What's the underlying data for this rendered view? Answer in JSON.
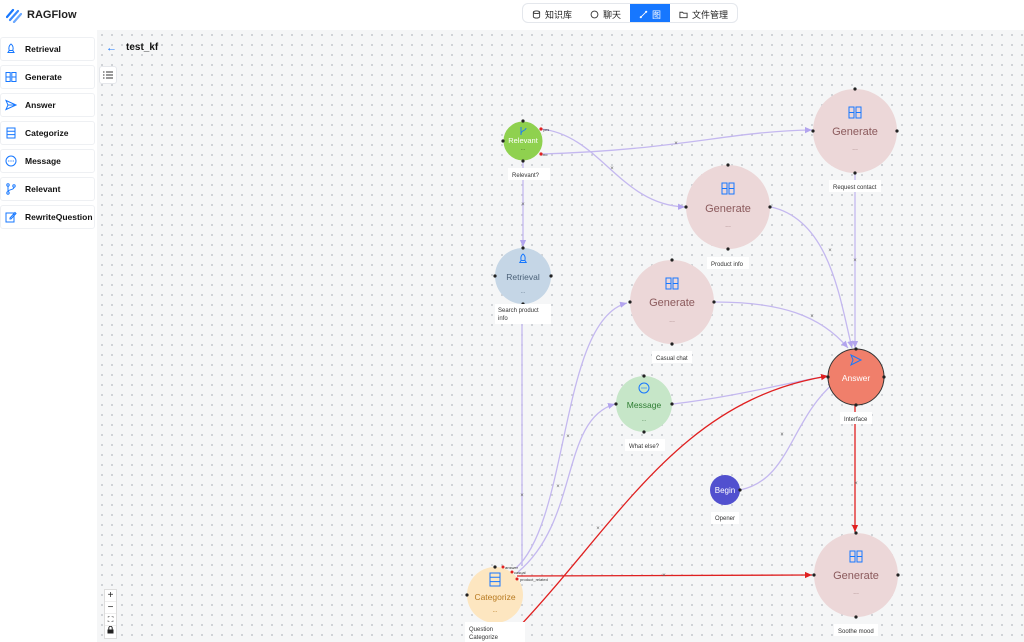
{
  "app": {
    "name": "RAGFlow"
  },
  "nav": {
    "tabs": [
      {
        "label": "知识库",
        "icon": "database-icon",
        "active": false
      },
      {
        "label": "聊天",
        "icon": "chat-icon",
        "active": false
      },
      {
        "label": "图",
        "icon": "graph-icon",
        "active": true
      },
      {
        "label": "文件管理",
        "icon": "folder-icon",
        "active": false
      }
    ]
  },
  "sidebar": {
    "items": [
      {
        "label": "Retrieval",
        "icon": "rocket-icon"
      },
      {
        "label": "Generate",
        "icon": "grid-icon"
      },
      {
        "label": "Answer",
        "icon": "send-icon"
      },
      {
        "label": "Categorize",
        "icon": "list-icon"
      },
      {
        "label": "Message",
        "icon": "message-icon"
      },
      {
        "label": "Relevant",
        "icon": "branch-icon"
      },
      {
        "label": "RewriteQuestion",
        "icon": "edit-icon"
      }
    ]
  },
  "flow": {
    "title": "test_kf",
    "nodes": {
      "relevant": {
        "label": "Relevant",
        "desc": "Relevant?",
        "handles": [
          "yes",
          "no"
        ]
      },
      "generate_request": {
        "label": "Generate",
        "ellipsis": "...",
        "desc": "Request contact"
      },
      "generate_product": {
        "label": "Generate",
        "ellipsis": "...",
        "desc": "Product info"
      },
      "retrieval": {
        "label": "Retrieval",
        "ellipsis": "...",
        "desc_line1": "Search product",
        "desc_line2": "info"
      },
      "generate_casual": {
        "label": "Generate",
        "ellipsis": "...",
        "desc": "Casual chat"
      },
      "message": {
        "label": "Message",
        "ellipsis": "...",
        "desc": "What else?"
      },
      "answer": {
        "label": "Answer",
        "desc": "Interface"
      },
      "begin": {
        "label": "Begin",
        "desc": "Opener"
      },
      "categorize": {
        "label": "Categorize",
        "ellipsis": "...",
        "desc_line1": "Question",
        "desc_line2": "Categorize",
        "handles": [
          "answer",
          "casual",
          "product_related"
        ]
      },
      "generate_soothe": {
        "label": "Generate",
        "ellipsis": "...",
        "desc": "Soothe mood"
      }
    },
    "edge_delete_glyph": "×"
  },
  "controls": {
    "zoom_in": "+",
    "zoom_out": "−",
    "fit": "⛶",
    "lock": "🔒"
  },
  "colors": {
    "accent": "#1677ff",
    "generate_fill": "#ecd7d8",
    "relevant_fill": "#8fd14f",
    "retrieval_fill": "#c5d6e6",
    "message_fill": "#c6e6c8",
    "answer_fill": "#f07f6b",
    "begin_fill": "#5150cf",
    "categorize_fill": "#fde6c0",
    "edge": "#c4b8f0",
    "edge_active": "#e02020"
  }
}
